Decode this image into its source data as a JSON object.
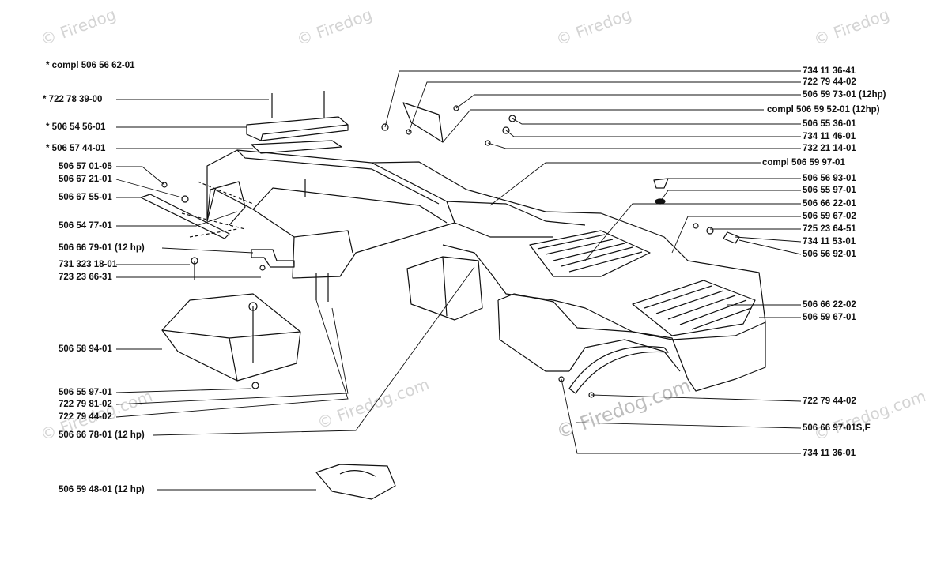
{
  "watermark_text": "© Firedog",
  "watermark_text_com": "© Firedog.com",
  "left_labels": [
    "* compl 506 56 62-01",
    "* 722 78 39-00",
    "* 506 54 56-01",
    "* 506 57 44-01",
    "506 57 01-05",
    "506 67 21-01",
    "506 67 55-01",
    "506 54 77-01",
    "506 66 79-01 (12 hp)",
    "731 323 18-01",
    "723 23 66-31",
    "506 58 94-01",
    "506 55 97-01",
    "722 79 81-02",
    "722 79 44-02",
    "506 66 78-01 (12 hp)",
    "506 59 48-01 (12 hp)"
  ],
  "right_labels": [
    "734 11 36-41",
    "722 79 44-02",
    "506 59 73-01 (12hp)",
    "compl 506 59 52-01 (12hp)",
    "506 55 36-01",
    "734 11 46-01",
    "732 21 14-01",
    "compl 506 59 97-01",
    "506 56 93-01",
    "506 55 97-01",
    "506 66 22-01",
    "506 59 67-02",
    "725 23 64-51",
    "734 11 53-01",
    "506 56 92-01",
    "506 66 22-02",
    "506 59 67-01",
    "722 79 44-02",
    "506 66 97-01S,F",
    "734 11 36-01"
  ]
}
